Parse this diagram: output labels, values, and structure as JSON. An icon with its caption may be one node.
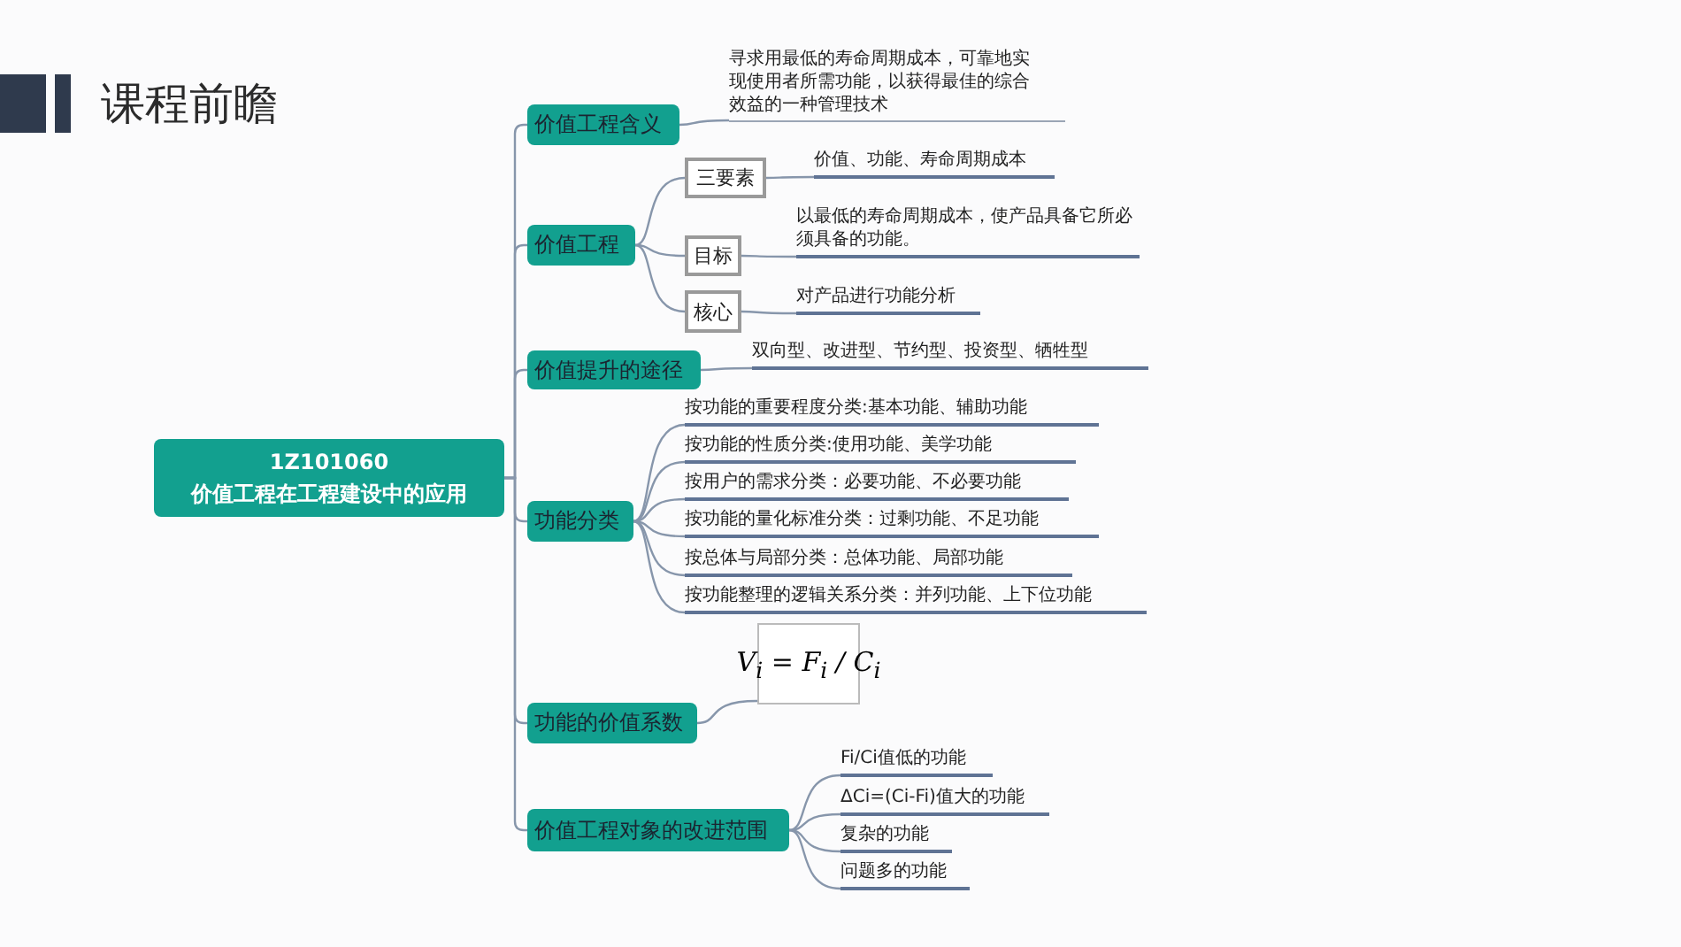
{
  "diagram": {
    "title": "课程前瞻",
    "nodes": [
      {
        "text": [
          "1Z101060",
          "价值工程在工程建设中的应用"
        ]
      },
      {
        "text": [
          "价值工程含义"
        ]
      },
      {
        "text": [
          "寻求用最低的寿命周期成本，可靠地实现使用者所需功能，以获得最佳的综合效益的一种管理技术"
        ]
      },
      {
        "text": [
          "价值工程"
        ]
      },
      {
        "text": [
          "三要素"
        ]
      },
      {
        "text": [
          "价值、功能、寿命周期成本"
        ]
      },
      {
        "text": [
          "目标"
        ]
      },
      {
        "text": [
          "以最低的寿命周期成本，使产品具备它所必须具备的功能。"
        ]
      },
      {
        "text": [
          "核心"
        ]
      },
      {
        "text": [
          "对产品进行功能分析"
        ]
      },
      {
        "text": [
          "价值提升的途径"
        ]
      },
      {
        "text": [
          "双向型、改进型、节约型、投资型、牺牲型"
        ]
      },
      {
        "text": [
          "功能分类"
        ]
      },
      {
        "text": [
          "按功能的重要程度分类:基本功能、辅助功能"
        ]
      },
      {
        "text": [
          "按功能的性质分类:使用功能、美学功能"
        ]
      },
      {
        "text": [
          "按用户的需求分类：必要功能、不必要功能"
        ]
      },
      {
        "text": [
          "按功能的量化标准分类：过剩功能、不足功能"
        ]
      },
      {
        "text": [
          "按总体与局部分类：总体功能、局部功能"
        ]
      },
      {
        "text": [
          "按功能整理的逻辑关系分类：并列功能、上下位功能"
        ]
      },
      {
        "text": [
          "功能的价值系数"
        ]
      },
      {
        "text": [
          "V$_{i}$ = F$_{i}$ / C$_{i}$"
        ]
      },
      {
        "text": [
          "价值工程对象的改进范围"
        ]
      },
      {
        "text": [
          "Fi/Ci值低的功能"
        ]
      },
      {
        "text": [
          "ΔCi=(Ci-Fi)值大的功能"
        ]
      },
      {
        "text": [
          "复杂的功能"
        ]
      },
      {
        "text": [
          "问题多的功能"
        ]
      }
    ],
    "edges": [
      {
        "from": 0,
        "to": 1,
        "arrow": "none"
      },
      {
        "from": 0,
        "to": 3,
        "arrow": "none"
      },
      {
        "from": 0,
        "to": 10,
        "arrow": "none"
      },
      {
        "from": 0,
        "to": 12,
        "arrow": "none"
      },
      {
        "from": 0,
        "to": 19,
        "arrow": "none"
      },
      {
        "from": 0,
        "to": 21,
        "arrow": "none"
      },
      {
        "from": 1,
        "to": 2,
        "arrow": "none"
      },
      {
        "from": 3,
        "to": 4,
        "arrow": "none"
      },
      {
        "from": 3,
        "to": 6,
        "arrow": "none"
      },
      {
        "from": 3,
        "to": 8,
        "arrow": "none"
      },
      {
        "from": 4,
        "to": 5,
        "arrow": "none"
      },
      {
        "from": 6,
        "to": 7,
        "arrow": "none"
      },
      {
        "from": 8,
        "to": 9,
        "arrow": "none"
      },
      {
        "from": 10,
        "to": 11,
        "arrow": "none"
      },
      {
        "from": 12,
        "to": 13,
        "arrow": "none"
      },
      {
        "from": 12,
        "to": 14,
        "arrow": "none"
      },
      {
        "from": 12,
        "to": 15,
        "arrow": "none"
      },
      {
        "from": 12,
        "to": 16,
        "arrow": "none"
      },
      {
        "from": 12,
        "to": 17,
        "arrow": "none"
      },
      {
        "from": 12,
        "to": 18,
        "arrow": "none"
      },
      {
        "from": 19,
        "to": 20,
        "arrow": "none"
      },
      {
        "from": 21,
        "to": 22,
        "arrow": "none"
      },
      {
        "from": 21,
        "to": 23,
        "arrow": "none"
      },
      {
        "from": 21,
        "to": 24,
        "arrow": "none"
      },
      {
        "from": 21,
        "to": 25,
        "arrow": "none"
      }
    ]
  }
}
